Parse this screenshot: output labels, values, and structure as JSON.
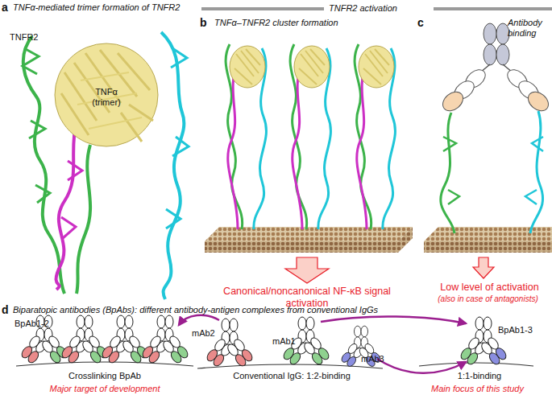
{
  "diagram": {
    "labels": [
      "a",
      "TNFα-mediated trimer formation of TNFR2",
      "TNFR2 activation",
      "TNFR2",
      "TNFα (trimer)",
      "b",
      "TNFα–TNFR2 cluster formation",
      "c",
      "Antibody binding",
      "Canonical/noncanonical NF-κB signal activation",
      "Low level of activation",
      "(also in case of antagonists)",
      "d",
      "Biparatopic antibodies (BpAbs): different antibody-antigen complexes from conventional IgGs",
      "BpAb1-2",
      "mAb2",
      "mAb1",
      "mAb3",
      "BpAb1-3",
      "Crosslinking BpAb",
      "Conventional IgG: 1:2-binding",
      "1:1-binding",
      "Major target of development",
      "Main focus of this study"
    ]
  }
}
